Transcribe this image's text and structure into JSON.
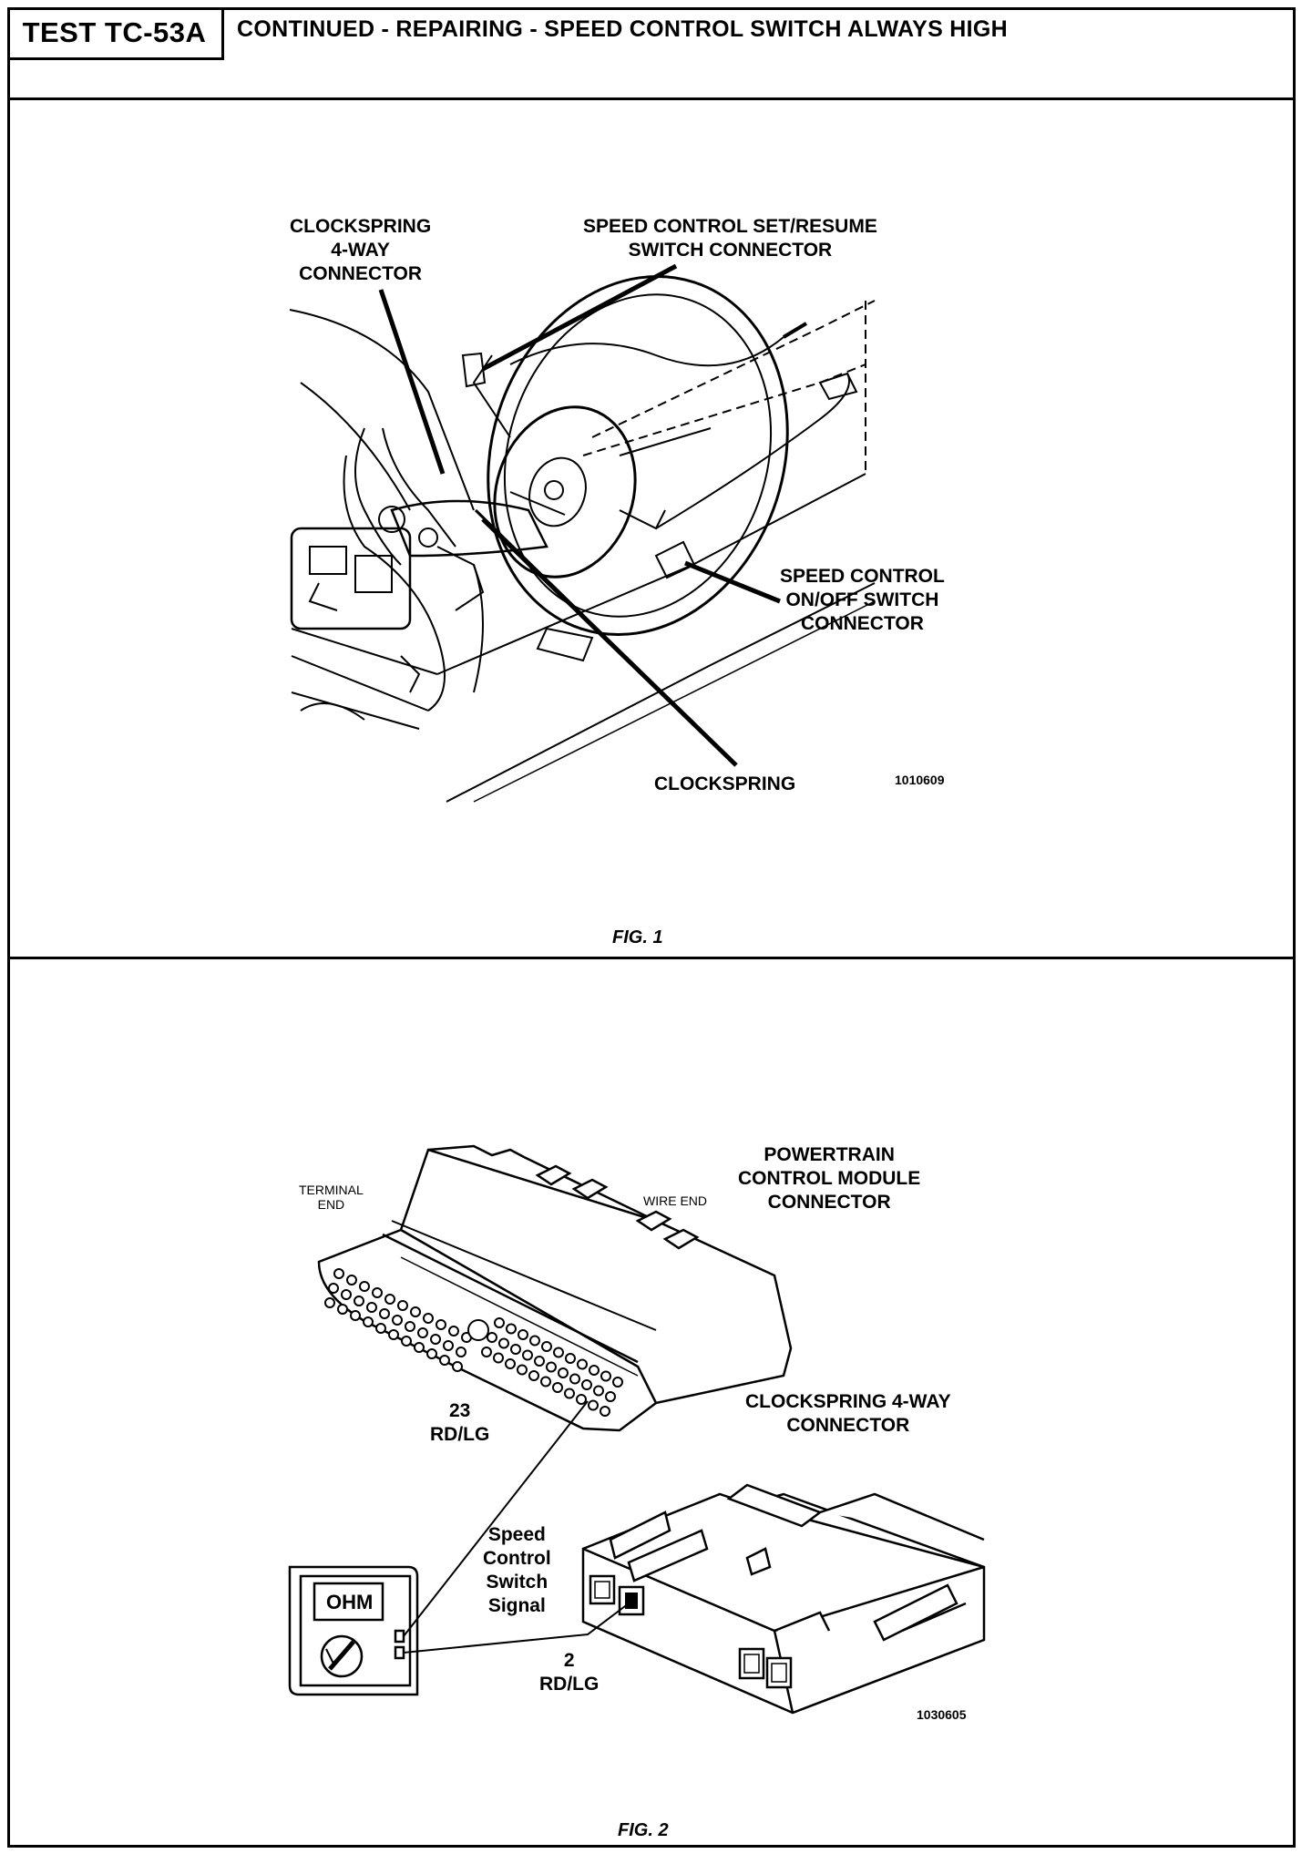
{
  "header": {
    "test_id": "TEST TC-53A",
    "title": "CONTINUED - REPAIRING - SPEED CONTROL SWITCH ALWAYS HIGH"
  },
  "fig1": {
    "label_clockspring_4way": "CLOCKSPRING\n4-WAY\nCONNECTOR",
    "label_set_resume": "SPEED CONTROL SET/RESUME\nSWITCH CONNECTOR",
    "label_on_off": "SPEED CONTROL\nON/OFF SWITCH\nCONNECTOR",
    "label_clockspring": "CLOCKSPRING",
    "code": "1010609",
    "caption": "FIG. 1"
  },
  "fig2": {
    "label_pcm": "POWERTRAIN\nCONTROL MODULE\nCONNECTOR",
    "label_terminal_end": "TERMINAL\nEND",
    "label_wire_end": "WIRE END",
    "label_pin23": "23\nRD/LG",
    "label_clockspring_4way": "CLOCKSPRING 4-WAY\nCONNECTOR",
    "label_signal": "Speed\nControl\nSwitch\nSignal",
    "label_pin2": "2\nRD/LG",
    "meter_display": "OHM",
    "code": "1030605",
    "caption": "FIG. 2"
  }
}
